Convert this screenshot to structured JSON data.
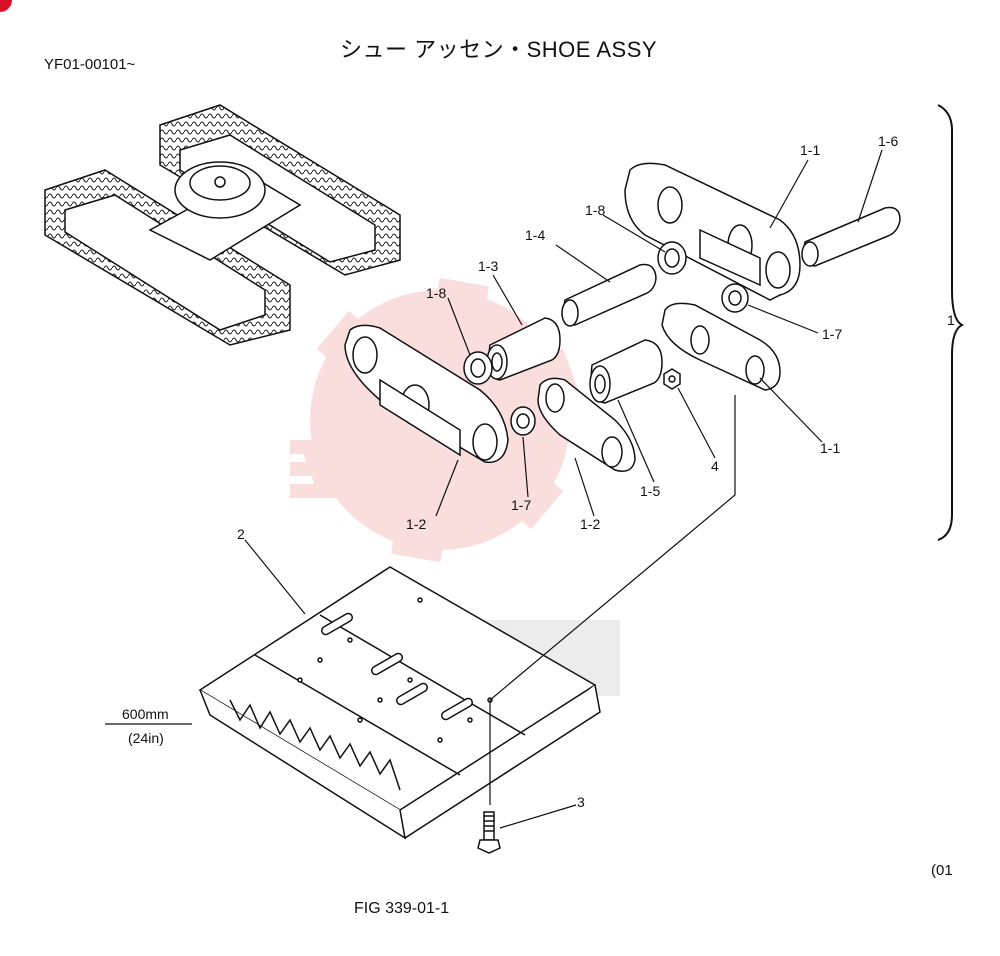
{
  "header": {
    "title": "シュー アッセン・SHOE ASSY",
    "serial_range": "YF01-00101~"
  },
  "footer": {
    "figure_label": "FIG 339-01-1",
    "page_ref": "(01"
  },
  "dimensions": {
    "shoe_width_mm": "600mm",
    "shoe_width_in": "(24in)"
  },
  "group_label": "1",
  "watermark": {
    "color": "#e23a3a"
  },
  "callouts": {
    "c1_1a": "1-1",
    "c1_6": "1-6",
    "c1_8a": "1-8",
    "c1_4": "1-4",
    "c1_3": "1-3",
    "c1_8b": "1-8",
    "c1_7a": "1-7",
    "c1_1b": "1-1",
    "c4": "4",
    "c1_5": "1-5",
    "c1_7b": "1-7",
    "c1_2a": "1-2",
    "c1_2b": "1-2",
    "c2": "2",
    "c3": "3"
  }
}
